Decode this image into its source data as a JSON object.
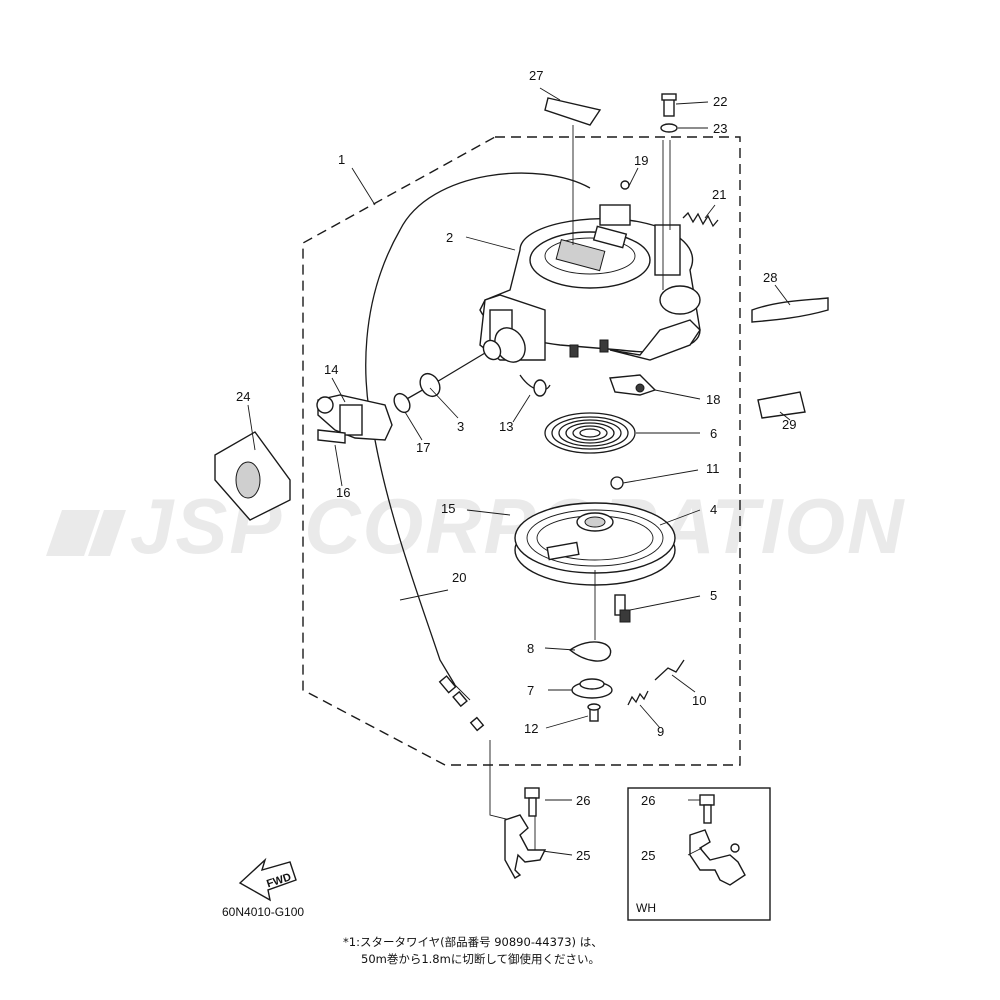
{
  "watermark": "JSP CORPORATION",
  "diagram_code": "60N4010-G100",
  "fwd_label": "FWD",
  "wh_label": "WH",
  "note_lines": [
    "*1:スタータワイヤ(部品番号 90890-44373) は、",
    "50m巻から1.8mに切断して御使用ください。"
  ],
  "callouts": {
    "p1": "1",
    "p2": "2",
    "p3": "3",
    "p4": "4",
    "p5": "5",
    "p6": "6",
    "p7": "7",
    "p8": "8",
    "p9": "9",
    "p10": "10",
    "p11": "11",
    "p12": "12",
    "p13": "13",
    "p14": "14",
    "p15": "15",
    "p16": "16",
    "p17": "17",
    "p18": "18",
    "p19": "19",
    "p20": "20",
    "p21": "21",
    "p22": "22",
    "p23": "23",
    "p24": "24",
    "p25": "25",
    "p26": "26",
    "p27": "27",
    "p28": "28",
    "p29": "29",
    "wh25": "25",
    "wh26": "26"
  }
}
